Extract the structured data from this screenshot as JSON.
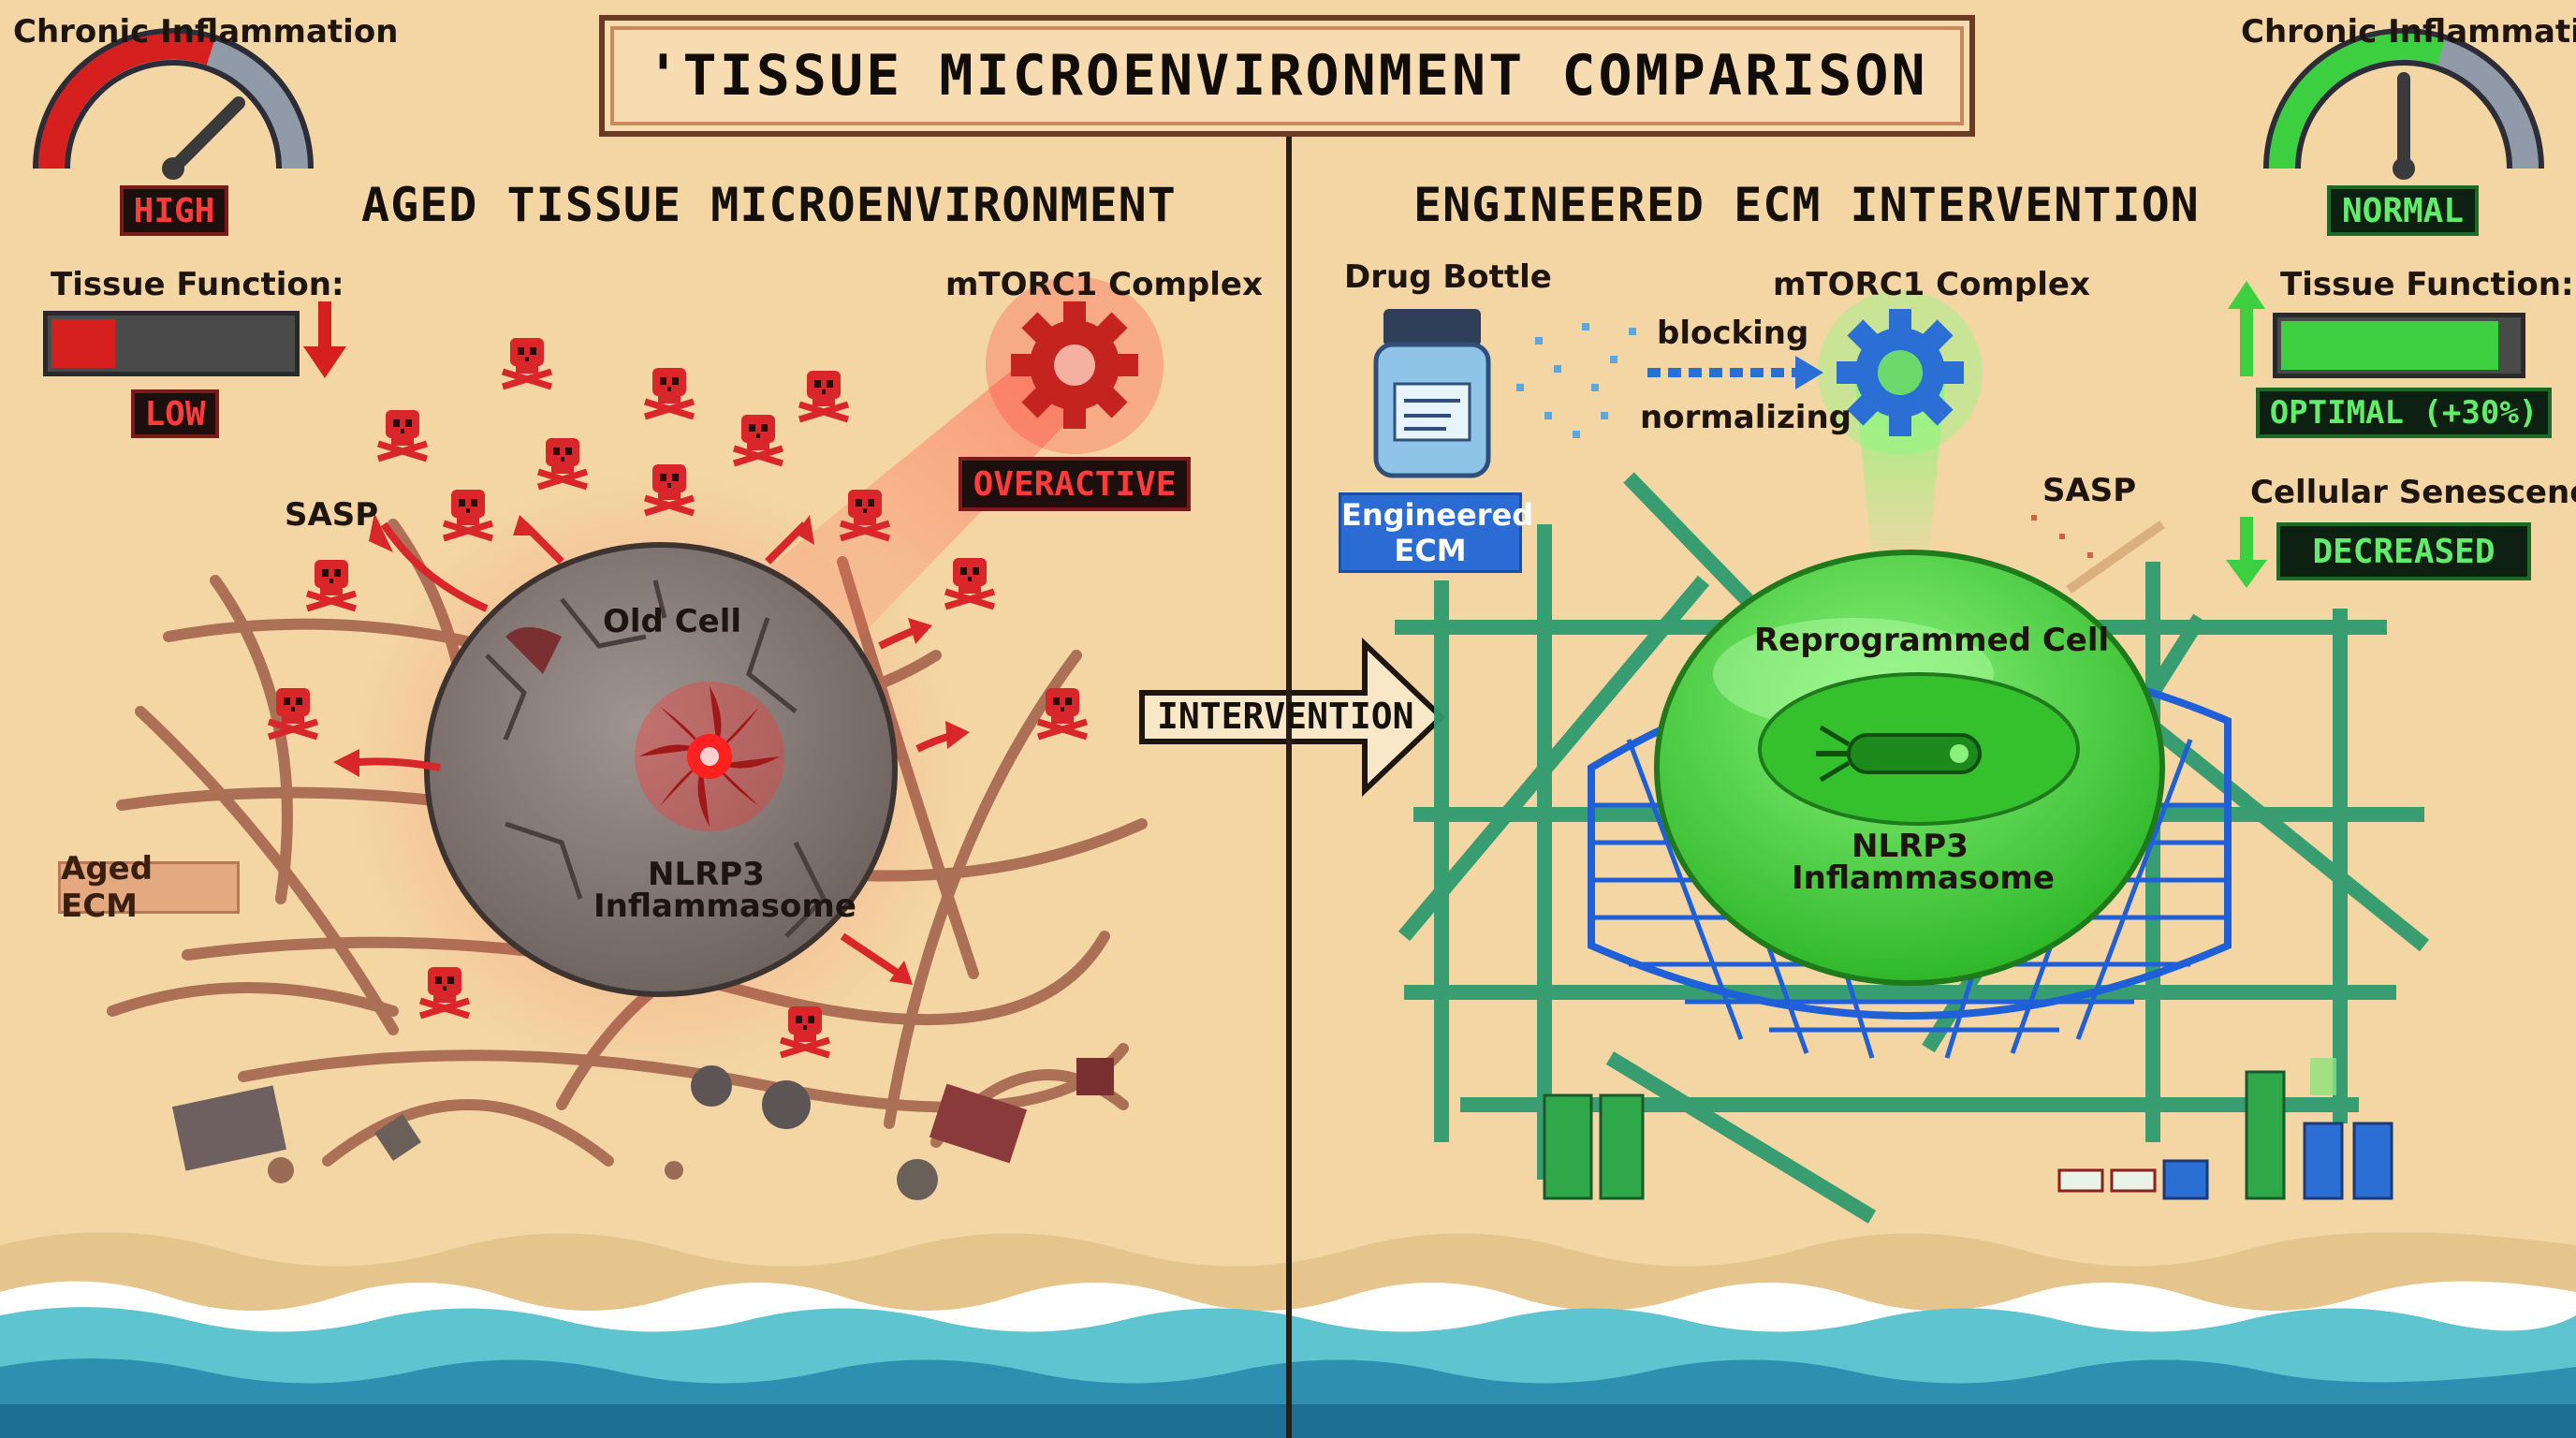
{
  "title": "'TISSUE MICROENVIRONMENT COMPARISON",
  "left": {
    "section_title": "AGED TISSUE MICROENVIRONMENT",
    "inflammation_label": "Chronic Inflammation",
    "inflammation_status": "HIGH",
    "tissue_function_label": "Tissue Function:",
    "tissue_function_status": "LOW",
    "mtorc1_label": "mTORC1 Complex",
    "mtorc1_status": "OVERACTIVE",
    "sasp_label": "SASP",
    "cell_label": "Old Cell",
    "nlrp3_label_1": "NLRP3",
    "nlrp3_label_2": "Inflammasome",
    "ecm_label": "Aged ECM",
    "colors": {
      "accent": "#e02020",
      "cell": "#8a7a76"
    }
  },
  "intervention_label": "INTERVENTION",
  "right": {
    "section_title": "ENGINEERED ECM INTERVENTION",
    "inflammation_label": "Chronic Inflammation",
    "inflammation_status": "NORMAL",
    "drug_label": "Drug Bottle",
    "ecm_label_1": "Engineered",
    "ecm_label_2": "ECM",
    "blocking_label": "blocking",
    "normalizing_label": "normalizing",
    "mtorc1_label": "mTORC1 Complex",
    "tissue_function_label": "Tissue Function:",
    "tissue_function_status": "OPTIMAL (+30%)",
    "sasp_label": "SASP",
    "senescence_label": "Cellular Senescence",
    "senescence_status": "DECREASED",
    "cell_label": "Reprogrammed Cell",
    "nlrp3_label_1": "NLRP3",
    "nlrp3_label_2": "Inflammasome",
    "colors": {
      "accent": "#3cd040",
      "mesh": "#1f5fd8",
      "scaffold": "#2e9a6e"
    }
  },
  "icons": [
    "gauge-icon",
    "skull-icon",
    "gear-icon",
    "down-arrow-icon",
    "up-arrow-icon",
    "drug-bottle-icon",
    "arrow-right-icon",
    "wave-icon"
  ]
}
